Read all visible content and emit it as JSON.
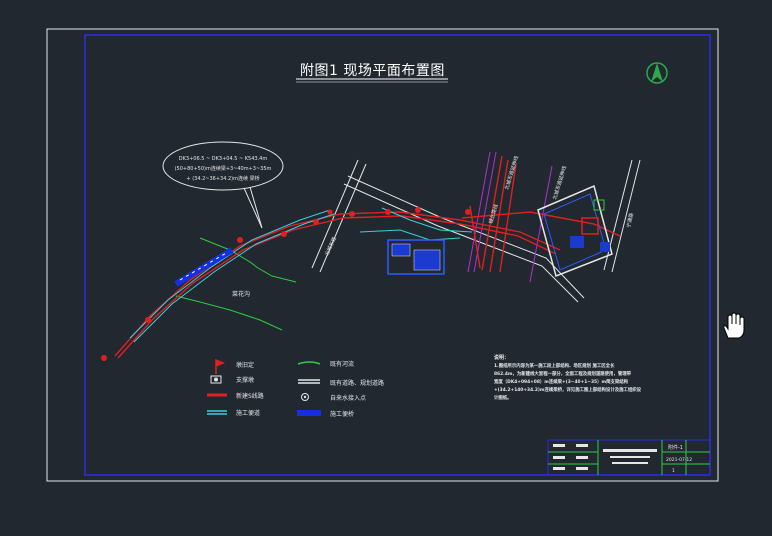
{
  "drawing": {
    "title": "附图1   现场平面布置图",
    "callout_lines": [
      "DK3+06.5 ~ DK3+04.5 ~ K543.4m",
      "(50+80+50)m连续梁+3~40m+3~35m",
      "+ (34.2~36+34.2)m连续 梁桥"
    ],
    "place_label": "菜花沟",
    "road_labels": {
      "north_diag_1": "北城东路延伸线",
      "north_diag_2": "北城东路延伸线",
      "short_diag": "城北路线",
      "left_road": "北城东路",
      "right_road": "宁通路"
    },
    "legend": {
      "items": [
        {
          "symbol": "flag",
          "label": "墩旧定"
        },
        {
          "symbol": "support",
          "label": "支撑墩"
        },
        {
          "symbol": "red-line",
          "label": "新建S线路"
        },
        {
          "symbol": "cyan-line",
          "label": "施工便道"
        },
        {
          "symbol": "green-line",
          "label": "既有河流"
        },
        {
          "symbol": "white-line",
          "label": "既有道路、规划道路"
        },
        {
          "symbol": "circle",
          "label": "自来水接入点"
        },
        {
          "symbol": "blue-bar",
          "label": "施工便桥"
        }
      ]
    },
    "notes": {
      "heading": "说明：",
      "lines": [
        "1.图纸所示内容为某一施工段上部结构、场区规划      施工区全长",
        "862.4m，为新建线大里程一部分，全面工程及规划道路使用，管理带",
        "宽度（DK4+094+08）m连续梁+(3~40+1~35）m简支梁结构",
        "+(34.2+140+34.2)m连续梁桥，详见施工图上部结构设计及施工组织设",
        "计图纸。"
      ]
    },
    "title_block": {
      "drawing_no": "附件-1",
      "scale": "2021-07-12",
      "sheet": "1"
    }
  }
}
